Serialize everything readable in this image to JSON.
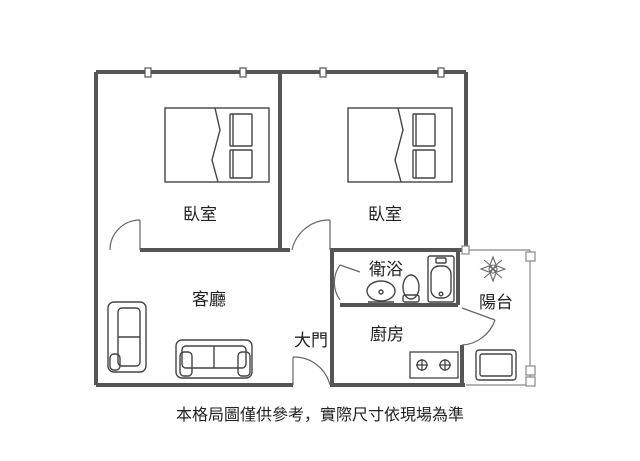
{
  "rooms": {
    "bedroom_left": "臥室",
    "bedroom_right": "臥室",
    "living_room": "客廳",
    "bathroom": "衛浴",
    "kitchen": "廚房",
    "balcony": "陽台",
    "main_door": "大門"
  },
  "caption": "本格局圖僅供參考，實際尺寸依現場為準"
}
